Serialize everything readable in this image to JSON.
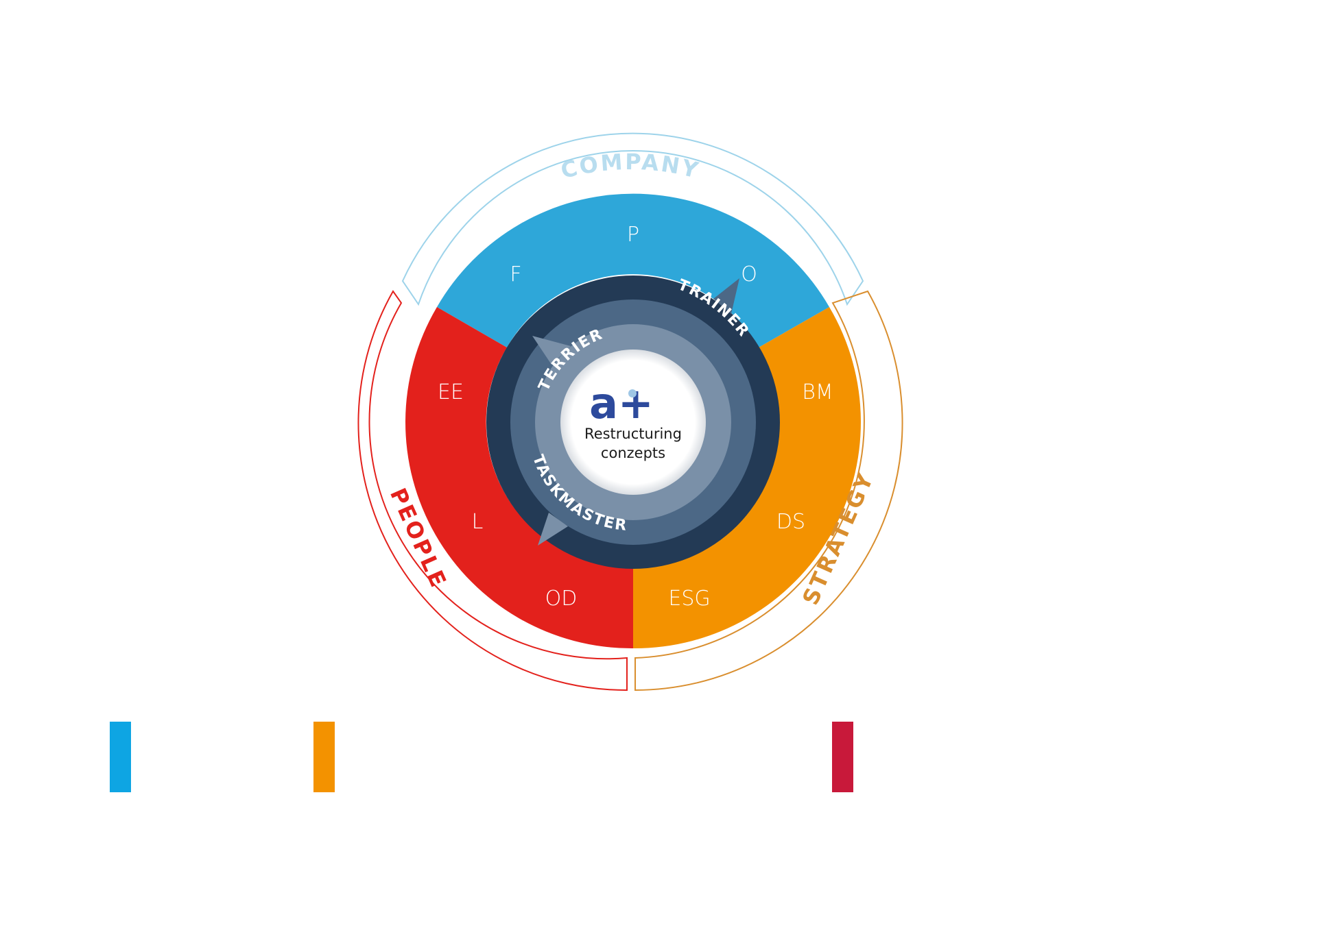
{
  "center": {
    "logo": "a+",
    "line1": "Restructuring",
    "line2": "conzepts"
  },
  "groups": [
    {
      "id": "company",
      "label": "COMPANY",
      "color": "#2ea7d9",
      "outline": "#9dd3ea",
      "text_color": "#b8ddef"
    },
    {
      "id": "strategy",
      "label": "STRATEGY",
      "color": "#f39200",
      "outline": "#d98e2e",
      "text_color": "#d98e2e"
    },
    {
      "id": "people",
      "label": "PEOPLE",
      "color": "#e3211c",
      "outline": "#e3211c",
      "text_color": "#e3211c"
    }
  ],
  "segments": {
    "company": [
      "F",
      "P",
      "O"
    ],
    "strategy": [
      "BM",
      "DS",
      "ESG"
    ],
    "people": [
      "EE",
      "L",
      "OD"
    ]
  },
  "rings": {
    "outer": "TRAINER",
    "middle": "TERRIER",
    "inner": "TASKMASTER"
  },
  "ring_colors": {
    "outer": "#233a55",
    "middle": "#4c6886",
    "inner": "#7a90a8"
  },
  "legend": [
    {
      "name": "legend-blue",
      "color": "#0ea5e3"
    },
    {
      "name": "legend-orange",
      "color": "#f39200"
    },
    {
      "name": "legend-red",
      "color": "#c8193a"
    }
  ]
}
